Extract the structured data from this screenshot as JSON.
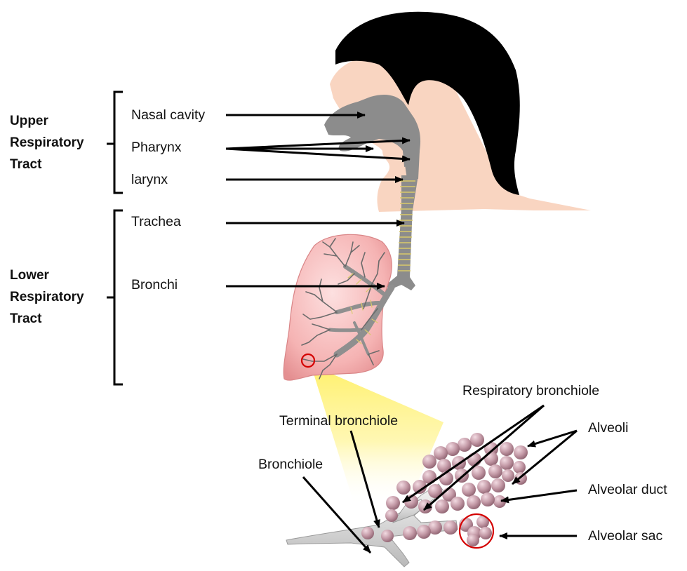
{
  "groups": {
    "upper": [
      "Upper",
      "Respiratory",
      "Tract"
    ],
    "lower": [
      "Lower",
      "Respiratory",
      "Tract"
    ]
  },
  "labels": {
    "nasal_cavity": "Nasal cavity",
    "pharynx": "Pharynx",
    "larynx": "larynx",
    "trachea": "Trachea",
    "bronchi": "Bronchi",
    "respiratory_bronchiole": "Respiratory bronchiole",
    "terminal_bronchiole": "Terminal bronchiole",
    "alveoli": "Alveoli",
    "bronchiole": "Bronchiole",
    "alveolar_duct": "Alveolar duct",
    "alveolar_sac": "Alveolar sac"
  },
  "colors": {
    "hair": "#000000",
    "skin": "#f9d5c1",
    "airway": "#8c8c8c",
    "cartilage": "#d9c96a",
    "lung": "#f3a9a9",
    "alveolus": "#c08a98",
    "highlight": "#fff06a",
    "marker": "#d40000"
  }
}
